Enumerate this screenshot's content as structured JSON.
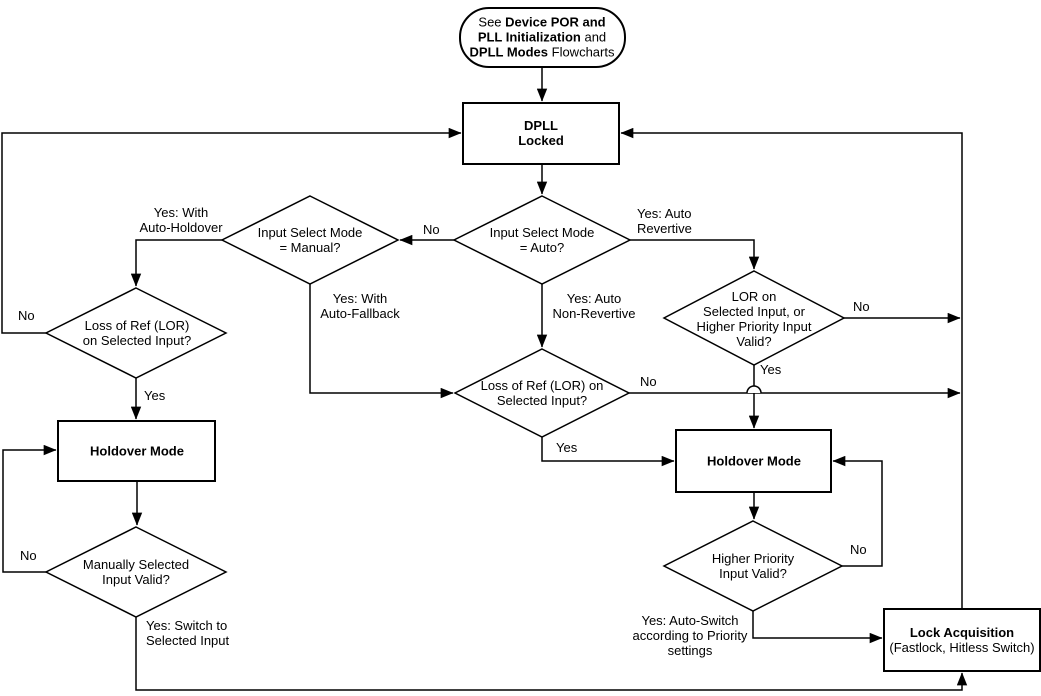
{
  "colors": {
    "line": "#000000",
    "background": "#ffffff"
  },
  "terminal": {
    "lines": [
      [
        {
          "t": "See ",
          "b": false
        },
        {
          "t": "Device POR and",
          "b": true
        }
      ],
      [
        {
          "t": "PLL Initialization",
          "b": true
        },
        {
          "t": " and",
          "b": false
        }
      ],
      [
        {
          "t": "DPLL Modes",
          "b": true
        },
        {
          "t": " Flowcharts",
          "b": false
        }
      ]
    ]
  },
  "nodes": {
    "dpll_locked": {
      "lines": [
        "DPLL",
        "Locked"
      ]
    },
    "input_select_auto": {
      "lines": [
        "Input Select Mode",
        "= Auto?"
      ]
    },
    "input_select_manual": {
      "lines": [
        "Input Select Mode",
        "= Manual?"
      ]
    },
    "lor_left": {
      "lines": [
        "Loss of Ref (LOR)",
        "on Selected Input?"
      ]
    },
    "lor_center": {
      "lines": [
        "Loss of Ref (LOR) on",
        "Selected Input?"
      ]
    },
    "lor_or_higher": {
      "lines": [
        "LOR on",
        "Selected Input, or",
        "Higher Priority Input",
        "Valid?"
      ]
    },
    "holdover_left": {
      "lines": [
        "Holdover Mode"
      ]
    },
    "holdover_right": {
      "lines": [
        "Holdover Mode"
      ]
    },
    "manually_selected": {
      "lines": [
        "Manually Selected",
        "Input Valid?"
      ]
    },
    "higher_priority": {
      "lines": [
        "Higher Priority",
        "Input Valid?"
      ]
    },
    "lock_acquisition": {
      "title": "Lock Acquisition",
      "subtitle": "(Fastlock, Hitless Switch)"
    }
  },
  "edge_labels": {
    "yes_with_auto_holdover": {
      "lines": [
        "Yes: With",
        "Auto-Holdover"
      ]
    },
    "no_to_manual": {
      "lines": [
        "No"
      ]
    },
    "yes_auto_revertive": {
      "lines": [
        "Yes: Auto",
        "Revertive"
      ]
    },
    "yes_with_auto_fallback": {
      "lines": [
        "Yes: With",
        "Auto-Fallback"
      ]
    },
    "yes_auto_non_revertive": {
      "lines": [
        "Yes: Auto",
        "Non-Revertive"
      ]
    },
    "no_lor_left": {
      "lines": [
        "No"
      ]
    },
    "yes_lor_left": {
      "lines": [
        "Yes"
      ]
    },
    "no_manually_selected": {
      "lines": [
        "No"
      ]
    },
    "yes_switch_selected": {
      "lines": [
        "Yes: Switch to",
        "Selected Input"
      ]
    },
    "no_lor_center": {
      "lines": [
        "No"
      ]
    },
    "yes_lor_center": {
      "lines": [
        "Yes"
      ]
    },
    "no_lor_or_higher": {
      "lines": [
        "No"
      ]
    },
    "yes_lor_or_higher": {
      "lines": [
        "Yes"
      ]
    },
    "no_higher_priority": {
      "lines": [
        "No"
      ]
    },
    "yes_auto_switch": {
      "lines": [
        "Yes: Auto-Switch",
        "according to Priority",
        "settings"
      ]
    }
  }
}
